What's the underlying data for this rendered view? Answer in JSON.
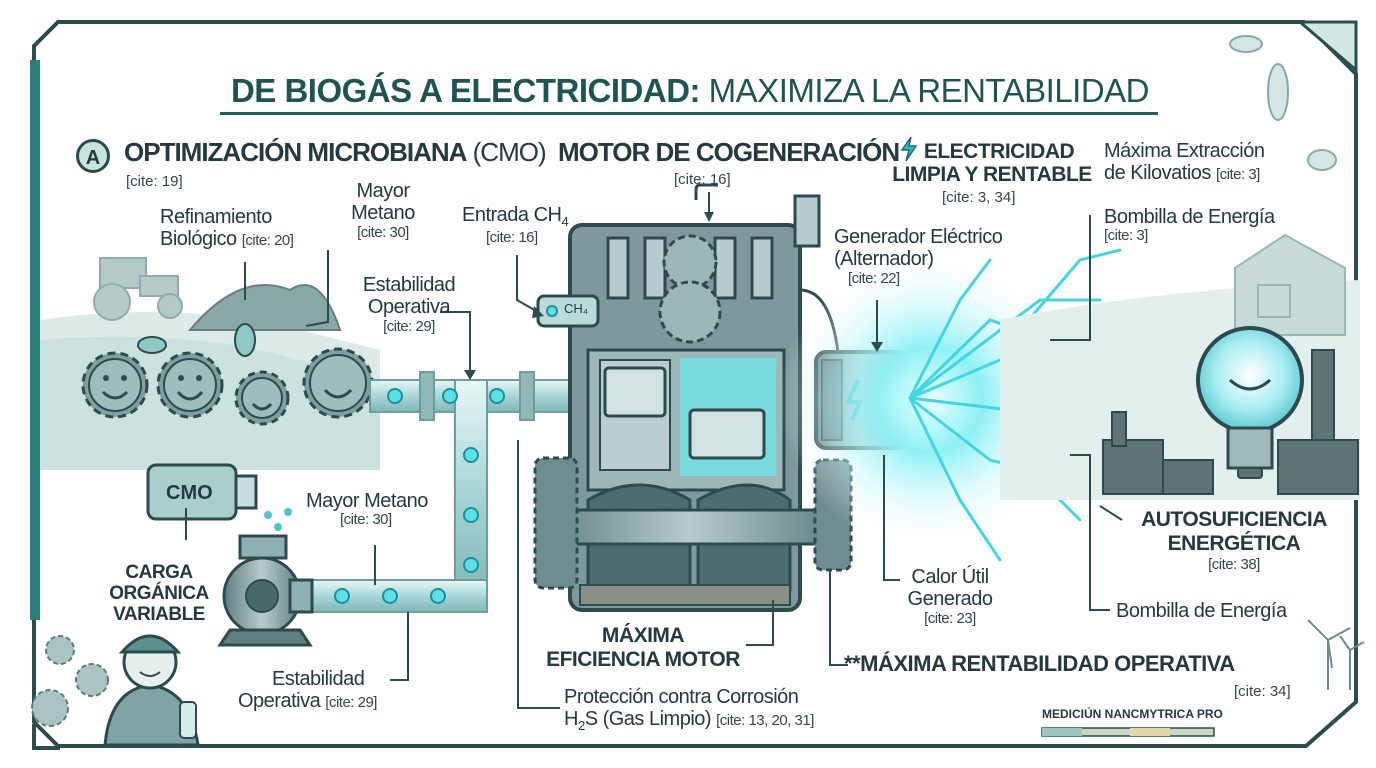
{
  "title": {
    "bold": "DE BIOGÁS A ELECTRICIDAD:",
    "regular": " MAXIMIZA LA RENTABILIDAD"
  },
  "section_a": {
    "badge": "A",
    "heading_bold": "OPTIMIZACIÓN MICROBIANA",
    "heading_regular": " (CMO)",
    "cite": "[cite: 19]"
  },
  "motor": {
    "heading": "MOTOR DE COGENERACIÓN",
    "cite": "[cite: 16]"
  },
  "electricidad": {
    "line1": "ELECTRICIDAD",
    "line2": "LIMPIA Y RENTABLE",
    "cite": "[cite: 3, 34]"
  },
  "labels": {
    "refinamiento_1": "Refinamiento",
    "refinamiento_2": "Biológico",
    "refinamiento_cite": "[cite: 20]",
    "mayor_metano_top_1": "Mayor",
    "mayor_metano_top_2": "Metano",
    "mayor_metano_top_cite": "[cite: 30]",
    "entrada_text": "Entrada CH",
    "entrada_sub": "4",
    "entrada_cite": "[cite: 16]",
    "estabilidad_top_1": "Estabilidad",
    "estabilidad_top_2": "Operativa",
    "estabilidad_top_cite": "[cite: 29]",
    "generador_1": "Generador Eléctrico",
    "generador_2": "(Alternador)",
    "generador_cite": "[cite: 22]",
    "maxima_extraccion_1": "Máxima Extracción",
    "maxima_extraccion_2": "de Kilovatios",
    "maxima_extraccion_cite": "[cite: 3]",
    "bombilla_top": "Bombilla de Energía",
    "bombilla_top_cite": "[cite: 3]",
    "cmo_bottle": "CMO",
    "ch4_tag": "CH₄",
    "mayor_metano_mid": "Mayor Metano",
    "mayor_metano_mid_cite": "[cite: 30]",
    "carga_1": "CARGA",
    "carga_2": "ORGÁNICA",
    "carga_3": "VARIABLE",
    "estabilidad_bottom_1": "Estabilidad",
    "estabilidad_bottom_2": "Operativa",
    "estabilidad_bottom_cite": "[cite: 29]",
    "maxima_eficiencia_1": "MÁXIMA",
    "maxima_eficiencia_2": "EFICIENCIA MOTOR",
    "proteccion_1": "Protección contra Corrosión",
    "proteccion_2a": "H",
    "proteccion_2sub": "2",
    "proteccion_2b": "S (Gas Limpio)",
    "proteccion_cite": "[cite: 13, 20, 31]",
    "calor_1": "Calor Útil",
    "calor_2": "Generado",
    "calor_cite": "[cite: 23]",
    "autosuficiencia_1": "AUTOSUFICIENCIA",
    "autosuficiencia_2": "ENERGÉTICA",
    "autosuficiencia_cite": "[cite: 38]",
    "bombilla_bottom": "Bombilla de Energía",
    "rentabilidad": "**MÁXIMA RENTABILIDAD OPERATIVA",
    "rentabilidad_cite": "[cite: 34]",
    "medicion": "MEDICIÚN NANCMYTRICA PRO"
  },
  "colors": {
    "frame": "#2b4d4c",
    "accent": "#2aa69b",
    "cyan_glow": "#5fe6ef",
    "pipe": "#b8dede",
    "metal": "#7d9a9c",
    "text": "#233a3f"
  }
}
